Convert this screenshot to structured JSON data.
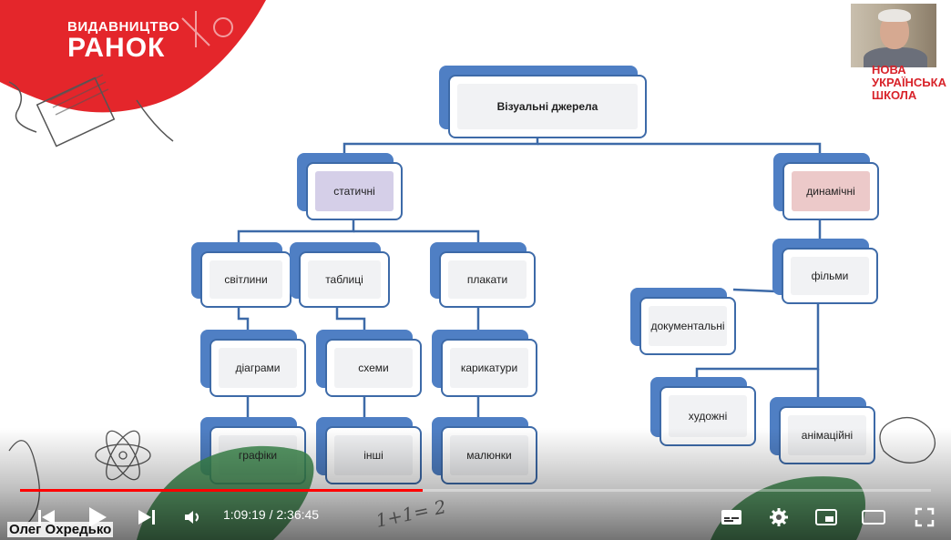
{
  "branding": {
    "publisher_line1": "ВИДАВНИЦТВО",
    "publisher_line2": "РАНОК",
    "nus_line1": "НОВА",
    "nus_line2": "УКРАЇНСЬКА",
    "nus_line3": "ШКОЛА"
  },
  "diagram": {
    "root": "Візуальні джерела",
    "static": "статичні",
    "dynamic": "динамічні",
    "photos": "світлини",
    "tables": "таблиці",
    "posters": "плакати",
    "diagrams": "діаграми",
    "schemes": "схеми",
    "caricatures": "карикатури",
    "graphs": "графіки",
    "others": "інші",
    "drawings": "малюнки",
    "films": "фільми",
    "documentary": "документальні",
    "feature": "художні",
    "animated": "анімаційні"
  },
  "player": {
    "time": "1:09:19 / 2:36:45",
    "progress": 0.442,
    "author": "Олег Охредько",
    "handwriting": "1+1= 2"
  },
  "colors": {
    "brand_red": "#e4262b",
    "box_blue": "#4f7fc4",
    "progress_red": "#ff0000"
  }
}
